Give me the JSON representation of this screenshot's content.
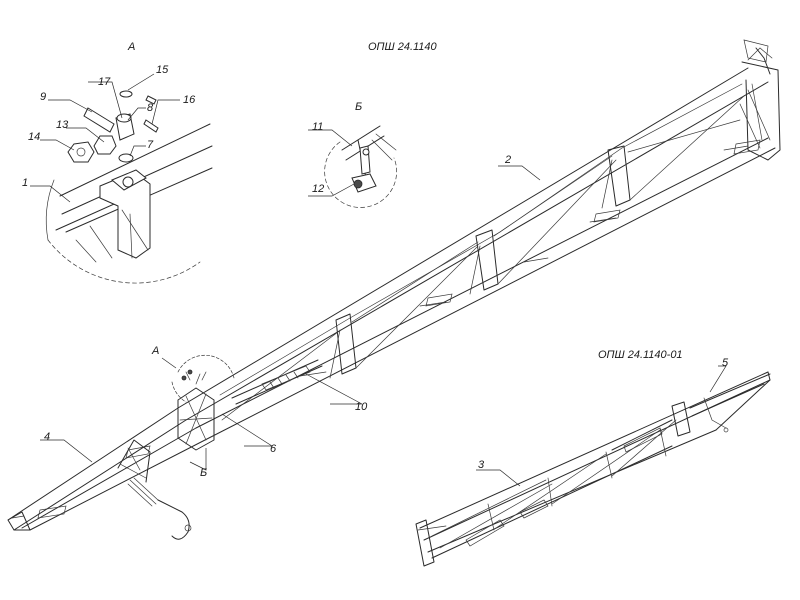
{
  "titles": {
    "main_model": "ОПШ 24.1140",
    "alt_model": "ОПШ 24.1140-01"
  },
  "views": {
    "view_a": "А",
    "view_b": "Б",
    "marker_a": "А",
    "marker_b": "Б"
  },
  "callouts": {
    "c1": "1",
    "c2": "2",
    "c3": "3",
    "c4": "4",
    "c5": "5",
    "c6": "6",
    "c7": "7",
    "c8": "8",
    "c9": "9",
    "c10": "10",
    "c11": "11",
    "c12": "12",
    "c13": "13",
    "c14": "14",
    "c15": "15",
    "c16": "16",
    "c17": "17"
  }
}
